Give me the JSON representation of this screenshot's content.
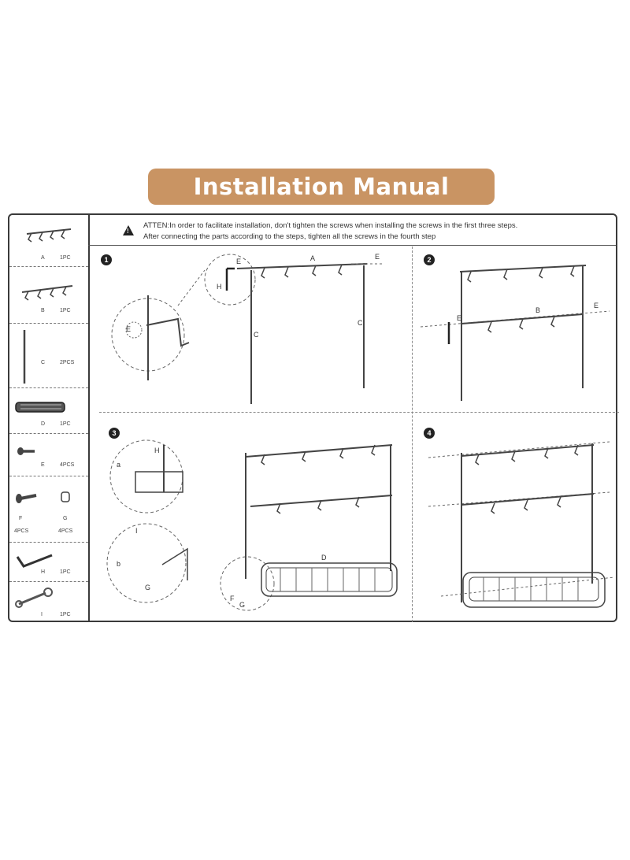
{
  "header": {
    "title": "Installation Manual"
  },
  "attention": {
    "line1": "ATTEN:In order to facilitate installation, don't tighten the screws when installing the screws in the first three steps.",
    "line2": "After connecting the parts according to the steps, tighten all the screws in the fourth step"
  },
  "parts": [
    {
      "letter": "A",
      "qty": "1PC"
    },
    {
      "letter": "B",
      "qty": "1PC"
    },
    {
      "letter": "C",
      "qty": "2PCS"
    },
    {
      "letter": "D",
      "qty": "1PC"
    },
    {
      "letter": "E",
      "qty": "4PCS"
    },
    {
      "letter": "F",
      "qty": "4PCS"
    },
    {
      "letter": "G",
      "qty": "4PCS"
    },
    {
      "letter": "H",
      "qty": "1PC"
    },
    {
      "letter": "I",
      "qty": "1PC"
    }
  ],
  "steps": [
    {
      "number": "1"
    },
    {
      "number": "2"
    },
    {
      "number": "3",
      "sub_a": "a",
      "sub_b": "b"
    },
    {
      "number": "4"
    }
  ],
  "callouts": {
    "A": "A",
    "B": "B",
    "C": "C",
    "D": "D",
    "E": "E",
    "F": "F",
    "G": "G",
    "H": "H",
    "I": "I"
  }
}
